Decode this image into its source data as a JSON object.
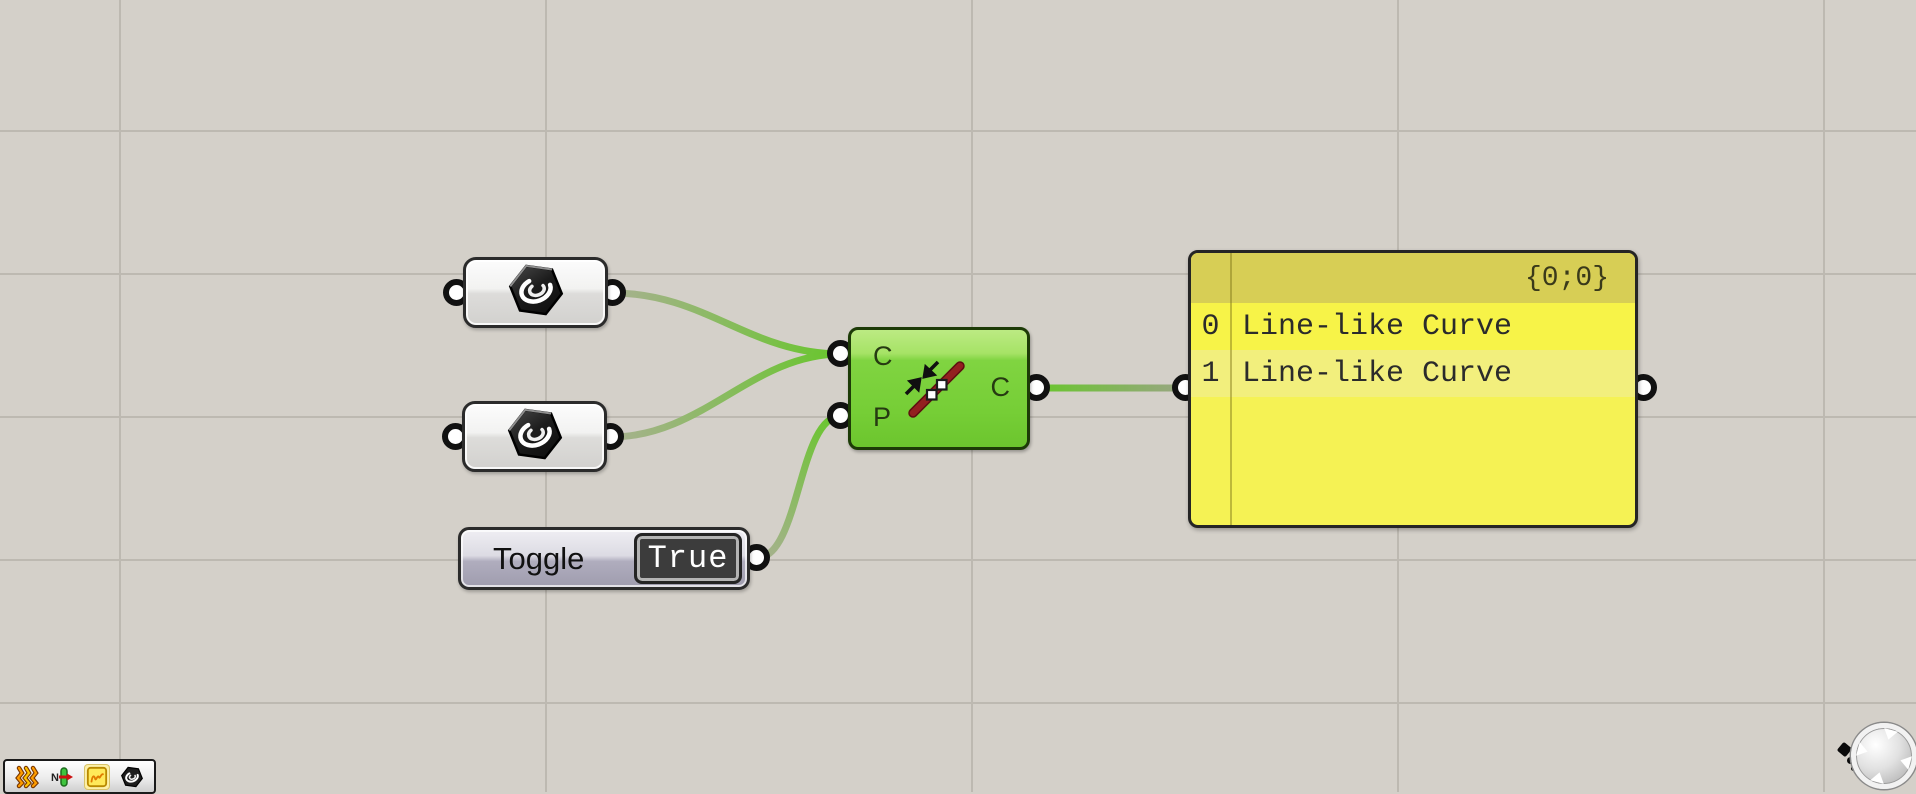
{
  "app": {
    "name": "Grasshopper canvas",
    "canvas_bg": "#d4d0c9",
    "grid_color": "#bdb9b1",
    "wire_green": "#68c62c",
    "wire_sage": "#a7b18f",
    "selected_green": "#76ce36",
    "panel_yellow": "#f5f254",
    "panel_header_yellow": "#d7ce55"
  },
  "params": [
    {
      "type": "curve-parameter",
      "icon": "curve-hex-nut-icon"
    },
    {
      "type": "curve-parameter",
      "icon": "curve-hex-nut-icon"
    }
  ],
  "toggle": {
    "label": "Toggle",
    "value": "True"
  },
  "component": {
    "icon": "curve-collapse-icon",
    "inputs": [
      {
        "label": "C"
      },
      {
        "label": "P"
      }
    ],
    "output": {
      "label": "C"
    }
  },
  "panel": {
    "path": "{0;0}",
    "rows": [
      {
        "index": "0",
        "value": "Line-like Curve"
      },
      {
        "index": "1",
        "value": "Line-like Curve"
      }
    ]
  },
  "toolbar": {
    "icons": [
      {
        "name": "zigzag-curves-icon"
      },
      {
        "name": "n-vector-icon"
      },
      {
        "name": "panel-icon",
        "highlighted": true
      },
      {
        "name": "curve-hex-nut-icon"
      }
    ]
  },
  "navigation": {
    "widget": "canvas-navigation-sphere"
  }
}
